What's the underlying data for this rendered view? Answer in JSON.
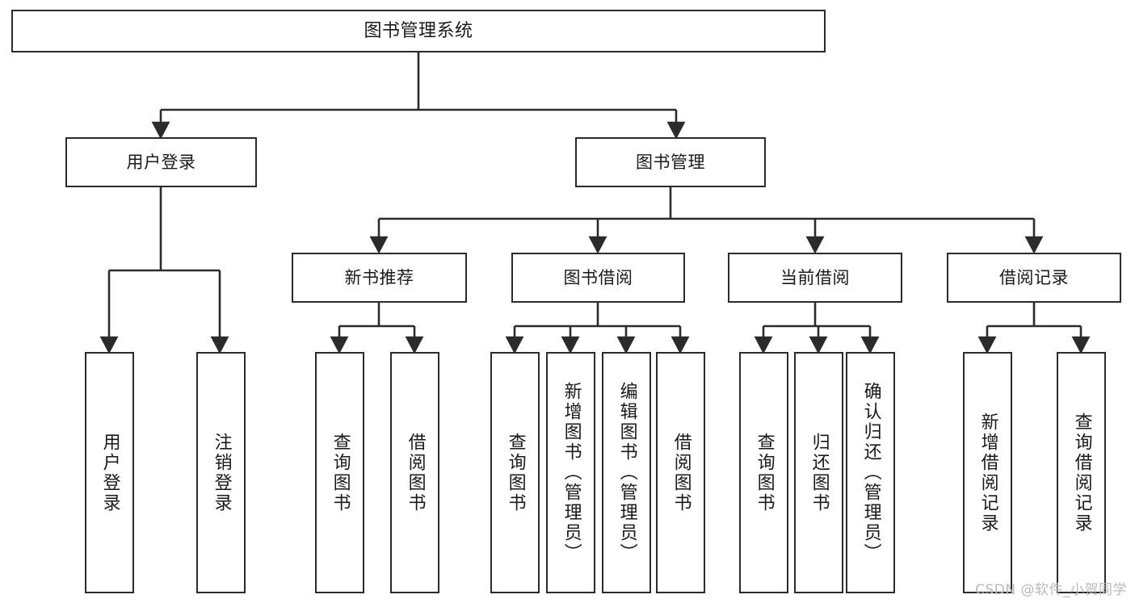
{
  "diagram": {
    "title_node": {
      "id": "root",
      "label": "图书管理系统"
    },
    "level1": [
      {
        "id": "user-login",
        "label": "用户登录"
      },
      {
        "id": "book-management",
        "label": "图书管理"
      }
    ],
    "level2": [
      {
        "id": "new-book-recommend",
        "label": "新书推荐"
      },
      {
        "id": "book-borrow",
        "label": "图书借阅"
      },
      {
        "id": "current-borrow",
        "label": "当前借阅"
      },
      {
        "id": "borrow-record",
        "label": "借阅记录"
      }
    ],
    "leaves": [
      {
        "id": "leaf-user-login",
        "label": "用户登录",
        "parent": "user-login"
      },
      {
        "id": "leaf-logout-login",
        "label": "注销登录",
        "parent": "user-login"
      },
      {
        "id": "leaf-query-book-1",
        "label": "查询图书",
        "parent": "new-book-recommend"
      },
      {
        "id": "leaf-borrow-book-1",
        "label": "借阅图书",
        "parent": "new-book-recommend"
      },
      {
        "id": "leaf-query-book-2",
        "label": "查询图书",
        "parent": "book-borrow"
      },
      {
        "id": "leaf-add-book",
        "label": "新增图书（管理员）",
        "parent": "book-borrow"
      },
      {
        "id": "leaf-edit-book",
        "label": "编辑图书（管理员）",
        "parent": "book-borrow"
      },
      {
        "id": "leaf-borrow-book-2",
        "label": "借阅图书",
        "parent": "book-borrow"
      },
      {
        "id": "leaf-query-book-3",
        "label": "查询图书",
        "parent": "current-borrow"
      },
      {
        "id": "leaf-return-book",
        "label": "归还图书",
        "parent": "current-borrow"
      },
      {
        "id": "leaf-confirm-return",
        "label": "确认归还（管理员）",
        "parent": "current-borrow"
      },
      {
        "id": "leaf-add-record",
        "label": "新增借阅记录",
        "parent": "borrow-record"
      },
      {
        "id": "leaf-query-record",
        "label": "查询借阅记录",
        "parent": "borrow-record"
      }
    ],
    "watermark": "CSDN @软件_小贺同学",
    "colors": {
      "stroke": "#2b2b2b",
      "fill": "#ffffff",
      "text": "#1a1a1a",
      "watermark": "#b9b9b9"
    }
  }
}
